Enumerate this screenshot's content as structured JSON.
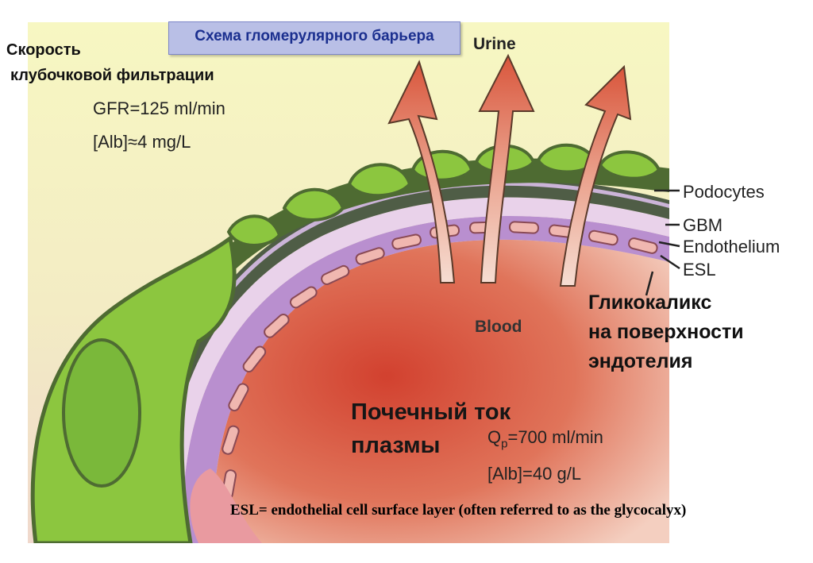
{
  "title": "Схема гломерулярного барьера",
  "gfr_heading": {
    "line1": "Скорость",
    "line2": "клубочковой фильтрации"
  },
  "gfr_value": "GFR=125 ml/min",
  "alb_urine": "[Alb]≈4 mg/L",
  "urine_label": "Urine",
  "blood_label": "Blood",
  "layers": {
    "podocytes": "Podocytes",
    "gbm": "GBM",
    "endothelium": "Endothelium",
    "esl": "ESL"
  },
  "glycocalyx_note": {
    "line1": "Гликокаликс",
    "line2": "на поверхности",
    "line3": "эндотелия"
  },
  "plasma_flow": {
    "line1": "Почечный ток",
    "line2": "плазмы"
  },
  "qp_prefix": "Q",
  "qp_sub": "p",
  "qp_value": "=700 ml/min",
  "alb_plasma": "[Alb]=40 g/L",
  "caption": "ESL= endothelial cell surface layer (often referred to as the glycocalyx)",
  "colors": {
    "background_top": "#f6f6b8",
    "podocyte_green": "#8cc63f",
    "podocyte_dark": "#4e6b32",
    "gbm_purple": "#c8a8d8",
    "blood_red": "#d8503e",
    "arrow_red": "#d9674f",
    "title_box": "#b9bfe6",
    "title_text": "#1b2f8f"
  }
}
